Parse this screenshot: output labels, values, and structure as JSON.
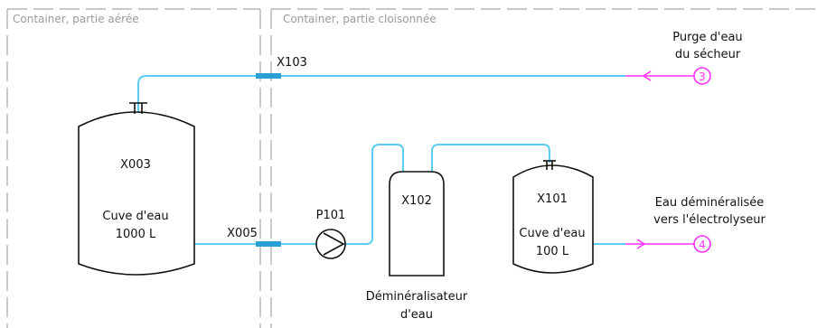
{
  "zones": {
    "aeree": "Container, partie aérée",
    "cloisonnee": "Container, partie cloisonnée"
  },
  "tanks": {
    "x003": {
      "tag": "X003",
      "line1": "Cuve d'eau",
      "line2": "1000 L"
    },
    "x101": {
      "tag": "X101",
      "line1": "Cuve d'eau",
      "line2": "100 L"
    }
  },
  "demin": {
    "tag": "X102",
    "line1": "Déminéralisateur",
    "line2": "d'eau"
  },
  "pump": {
    "tag": "P101"
  },
  "connectors": {
    "x103": "X103",
    "x005": "X005"
  },
  "ports": {
    "purge": {
      "number": "3",
      "line1": "Purge d'eau",
      "line2": "du sécheur"
    },
    "demin_out": {
      "number": "4",
      "line1": "Eau déminéralisée",
      "line2": "vers l'électrolyseur"
    }
  },
  "colors": {
    "water": "#5ccdf0",
    "external": "#ff33ff",
    "connector": "#2a9fd6",
    "frame": "#b5b5b5"
  }
}
